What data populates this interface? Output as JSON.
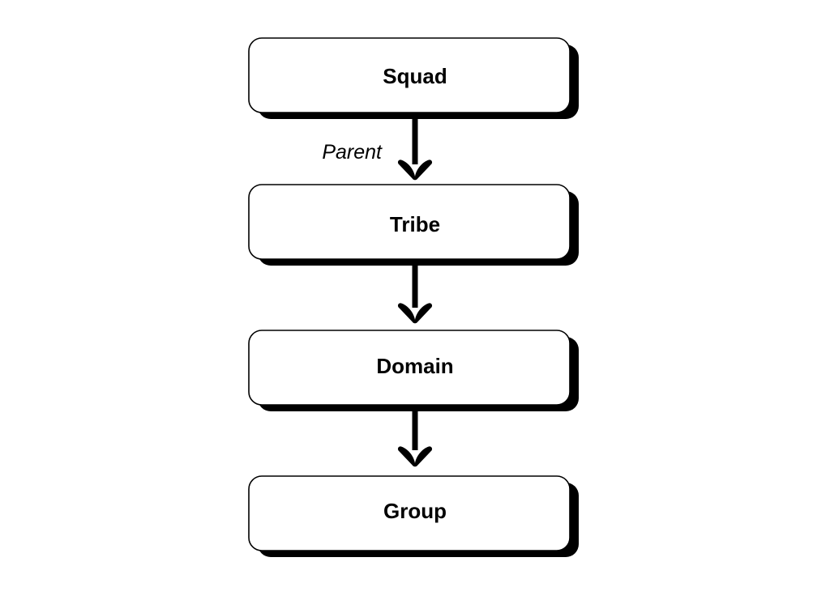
{
  "diagram": {
    "type": "flowchart",
    "orientation": "top-to-bottom",
    "background_color": "#ffffff",
    "node_fill_color": "#ffffff",
    "node_stroke_color": "#000000",
    "node_shadow_color": "#000000",
    "edge_color": "#000000",
    "text_color": "#000000",
    "nodes": [
      {
        "id": "squad",
        "label": "Squad"
      },
      {
        "id": "tribe",
        "label": "Tribe"
      },
      {
        "id": "domain",
        "label": "Domain"
      },
      {
        "id": "group",
        "label": "Group"
      }
    ],
    "edges": [
      {
        "from": "squad",
        "to": "tribe",
        "label": "Parent"
      },
      {
        "from": "tribe",
        "to": "domain",
        "label": ""
      },
      {
        "from": "domain",
        "to": "group",
        "label": ""
      }
    ]
  }
}
